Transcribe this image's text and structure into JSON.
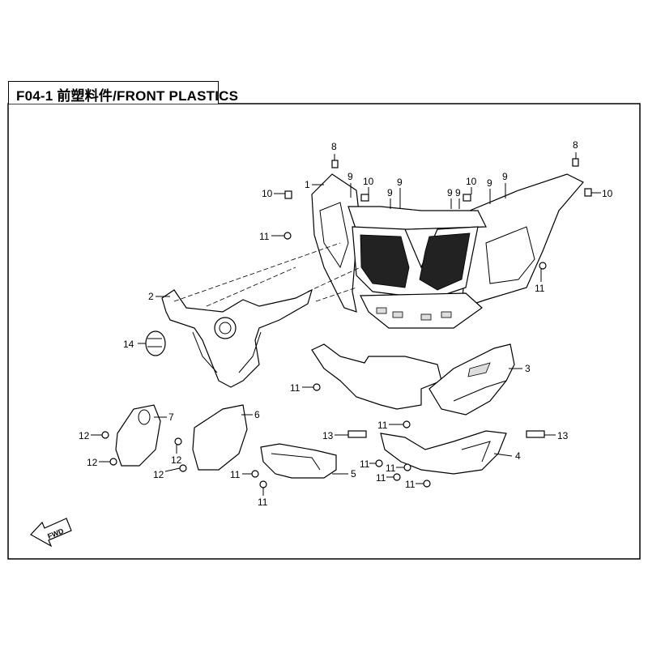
{
  "title": "F04-1 前塑料件/FRONT PLASTICS",
  "fwd_arrow_label": "FWD",
  "callouts": {
    "c1": "1",
    "c2": "2",
    "c3": "3",
    "c4": "4",
    "c5": "5",
    "c6": "6",
    "c7": "7",
    "c8a": "8",
    "c8b": "8",
    "c9a": "9",
    "c9b": "9",
    "c9c": "9",
    "c9d": "9",
    "c9e": "9",
    "c9f": "9",
    "c9g": "9",
    "c10a": "10",
    "c10b": "10",
    "c10c": "10",
    "c10d": "10",
    "c11a": "11",
    "c11b": "11",
    "c11c": "11",
    "c11d": "11",
    "c11e": "11",
    "c11f": "11",
    "c11g": "11",
    "c11h": "11",
    "c11i": "11",
    "c11j": "11",
    "c12a": "12",
    "c12b": "12",
    "c12c": "12",
    "c12d": "12",
    "c13a": "13",
    "c13b": "13",
    "c14": "14"
  }
}
